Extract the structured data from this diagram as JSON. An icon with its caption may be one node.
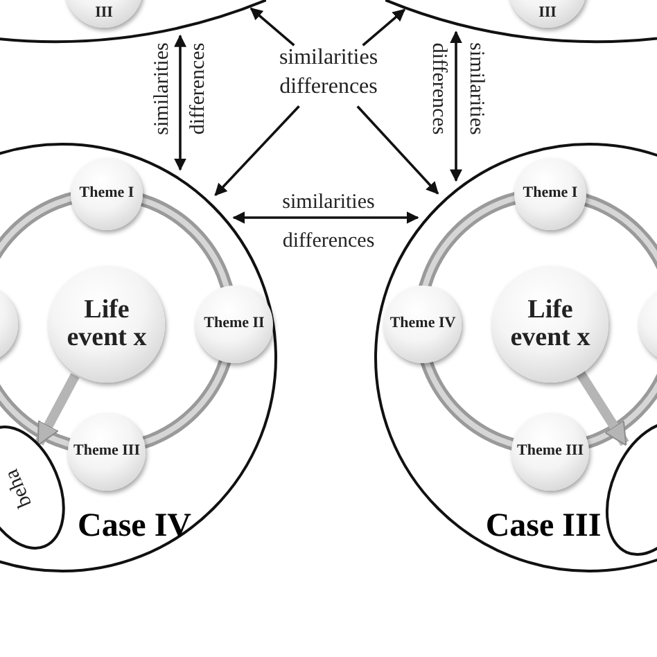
{
  "diagram": {
    "nodes": [
      {
        "text": [],
        "shape": "circle"
      },
      {
        "text": [
          "III"
        ]
      },
      {
        "text": [],
        "shape": "circle"
      },
      {
        "text": [
          "III"
        ]
      },
      {
        "text": [
          "similarities differences"
        ]
      },
      {
        "text": [
          "Case IV"
        ]
      },
      {
        "text": [
          "Theme I"
        ],
        "in": 5
      },
      {
        "text": [],
        "shape": "circle",
        "in": 5
      },
      {
        "text": [
          "Life event x"
        ],
        "in": 5
      },
      {
        "text": [
          "Theme II"
        ],
        "in": 5
      },
      {
        "text": [
          "Theme III"
        ],
        "in": 5
      },
      {
        "text": [
          "beha"
        ],
        "in": 5
      },
      {
        "text": [
          "Case III"
        ]
      },
      {
        "text": [
          "Theme I"
        ],
        "in": 12
      },
      {
        "text": [
          "Theme IV"
        ],
        "in": 12
      },
      {
        "text": [
          "Life event x"
        ],
        "in": 12
      },
      {
        "text": [],
        "shape": "circle",
        "in": 12
      },
      {
        "text": [
          "Theme III"
        ],
        "in": 12
      },
      {
        "text": [],
        "shape": "ellipse",
        "in": 12
      }
    ],
    "edges": [
      {
        "from": 4,
        "to": 0,
        "arrow": "to"
      },
      {
        "from": 4,
        "to": 2,
        "arrow": "to"
      },
      {
        "from": 4,
        "to": 5,
        "arrow": "to"
      },
      {
        "from": 4,
        "to": 12,
        "arrow": "to"
      },
      {
        "from": 0,
        "to": 5,
        "arrow": "both",
        "label": "similarities"
      },
      {
        "from": 2,
        "to": 12,
        "arrow": "both",
        "label": "similarities"
      },
      {
        "from": 5,
        "to": 12,
        "arrow": "both",
        "label": "similarities"
      },
      {
        "from": 8,
        "to": 11,
        "arrow": "to",
        "style": "thick",
        "color": "#b5b5b5"
      },
      {
        "from": 15,
        "to": 18,
        "arrow": "to",
        "style": "thick",
        "color": "#b5b5b5"
      }
    ],
    "labels": [
      "differences",
      "differences",
      "differences"
    ]
  }
}
